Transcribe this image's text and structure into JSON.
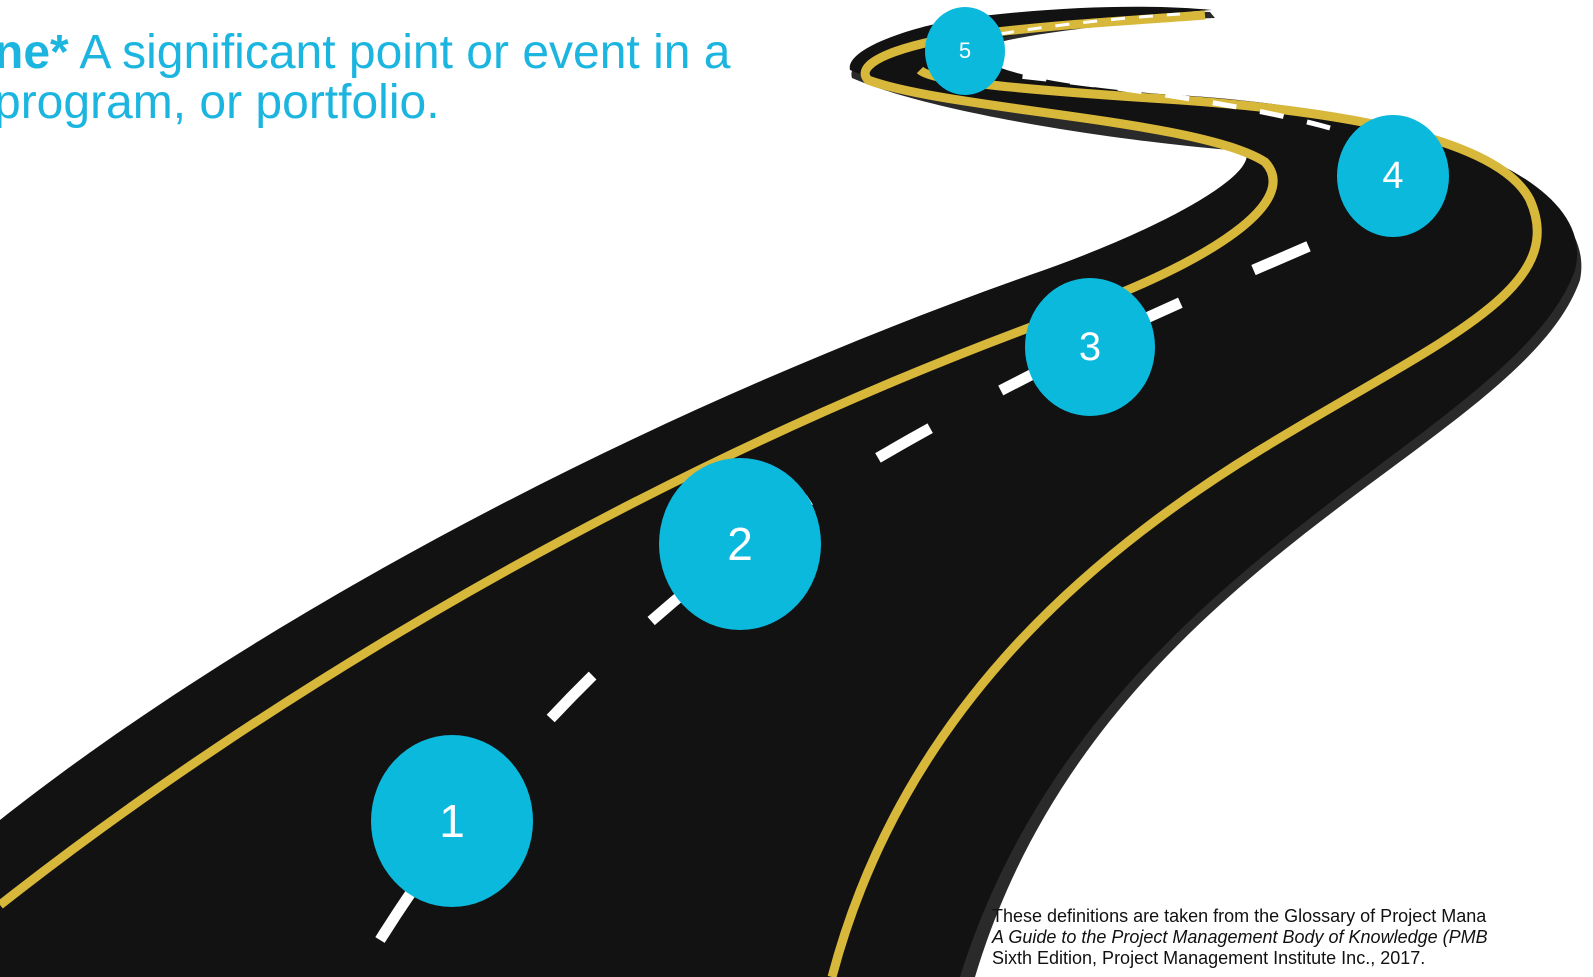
{
  "headline": {
    "term": "ne*",
    "line1_rest": " A significant point or event in a",
    "line2": "program, or portfolio."
  },
  "milestones": [
    {
      "label": "1"
    },
    {
      "label": "2"
    },
    {
      "label": "3"
    },
    {
      "label": "4"
    },
    {
      "label": "5"
    }
  ],
  "footnote": {
    "line1": "These definitions are taken from the Glossary of Project Mana",
    "line2": "A Guide to the Project Management Body of Knowledge (PMB",
    "line3": "Sixth Edition, Project Management Institute Inc., 2017."
  },
  "colors": {
    "accent": "#1bb5e0",
    "milestone": "#0ab9dc",
    "asphalt": "#141414",
    "edge_line": "#d8b83a",
    "lane_marking": "#ffffff"
  },
  "icons": [
    "road-illustration"
  ]
}
